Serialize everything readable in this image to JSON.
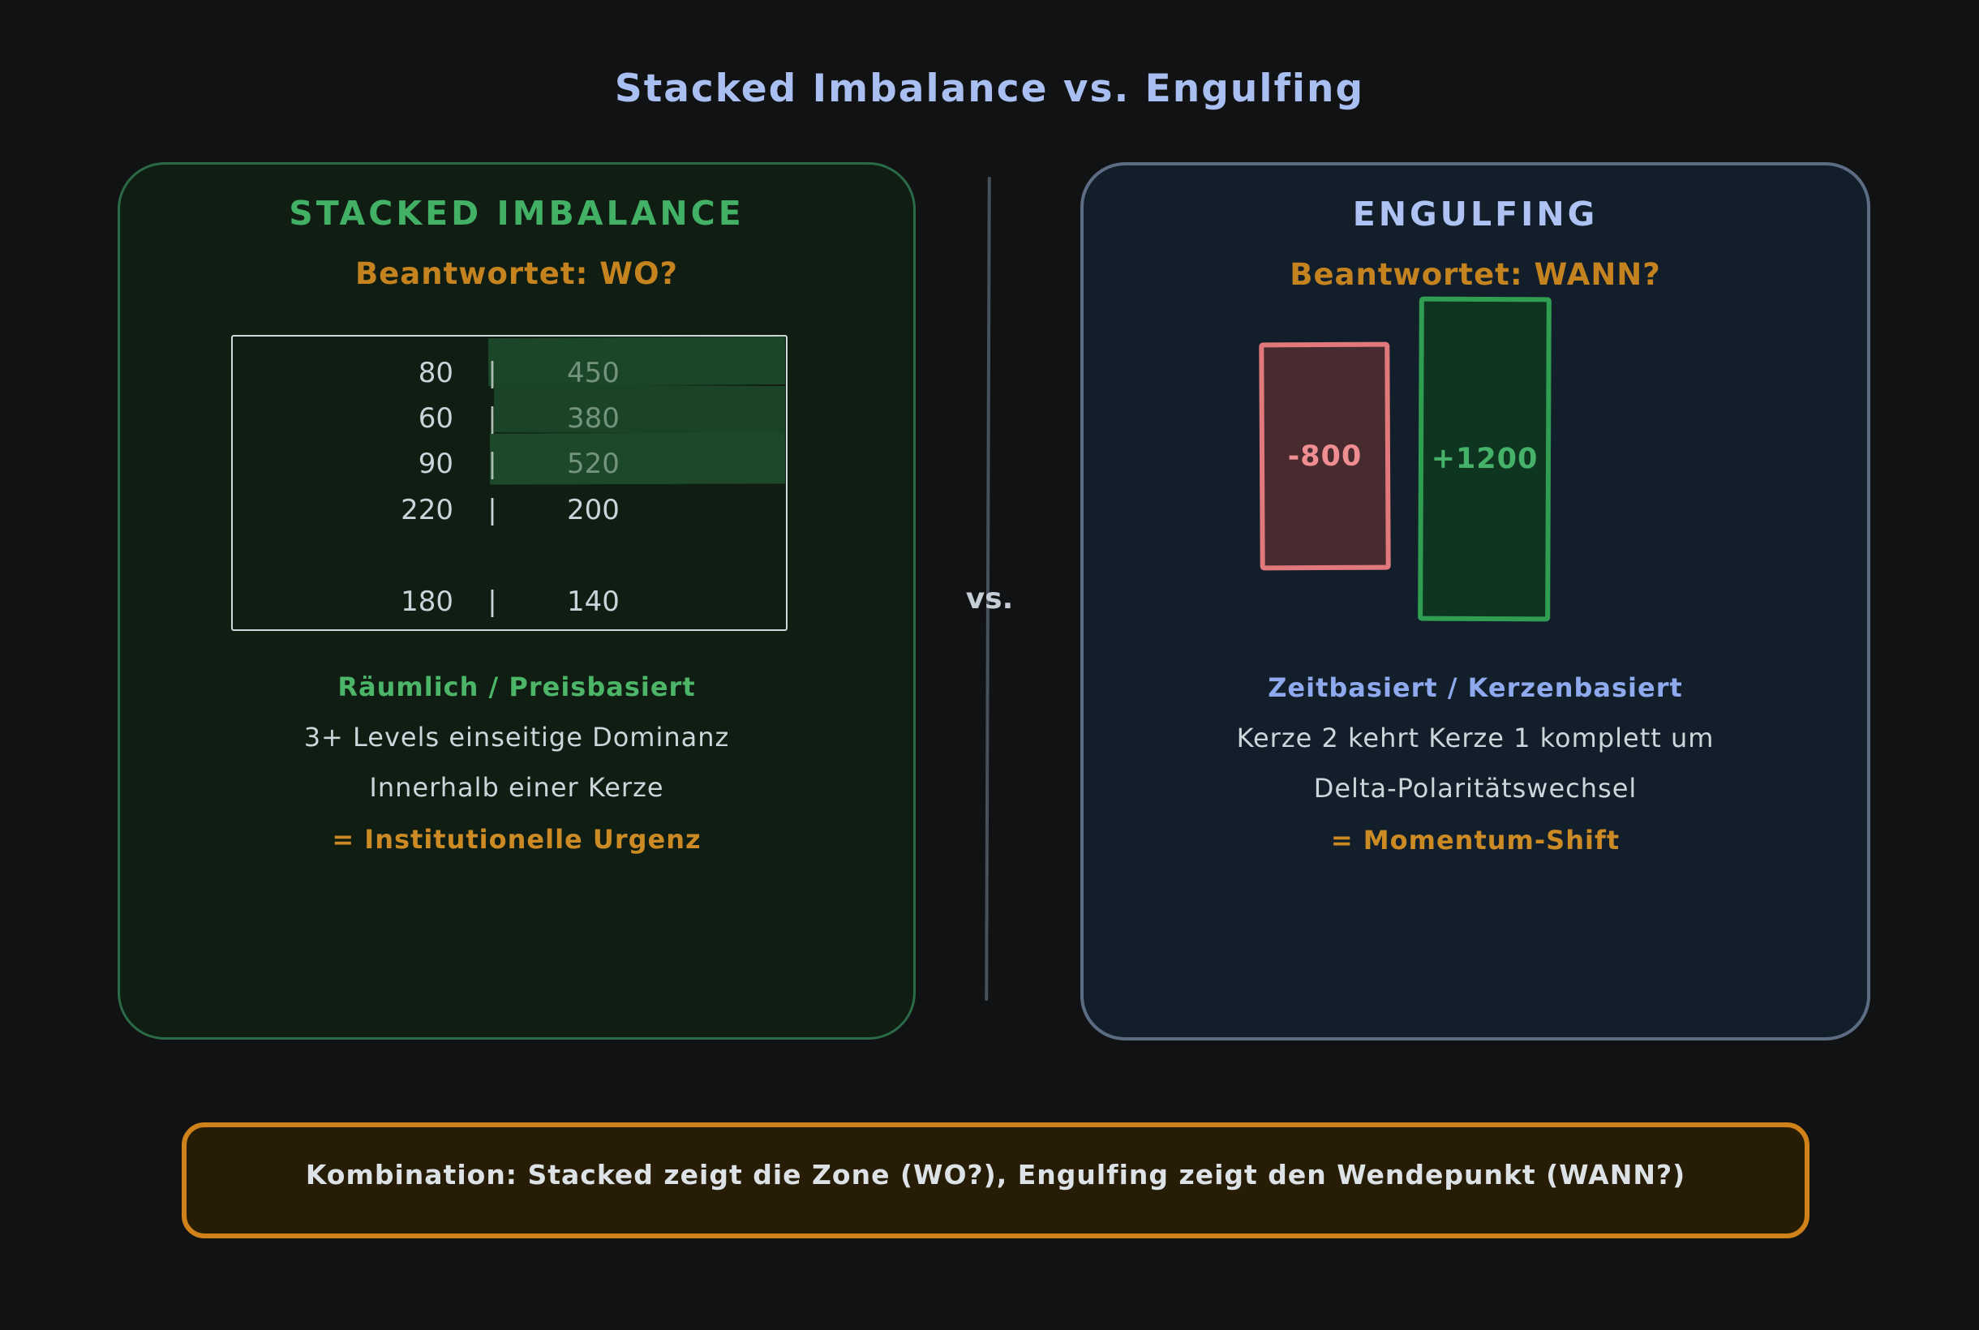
{
  "title": "Stacked Imbalance vs. Engulfing",
  "vs_label": "vs.",
  "left_panel": {
    "heading": "STACKED IMBALANCE",
    "subheading": "Beantwortet: WO?",
    "footprint_table": {
      "rows": [
        {
          "bid": "80",
          "sep": "|",
          "ask": "450",
          "highlighted": true
        },
        {
          "bid": "60",
          "sep": "|",
          "ask": "380",
          "highlighted": true
        },
        {
          "bid": "90",
          "sep": "|",
          "ask": "520",
          "highlighted": true
        },
        {
          "bid": "220",
          "sep": "|",
          "ask": "200",
          "highlighted": false
        },
        {
          "bid": "180",
          "sep": "|",
          "ask": "140",
          "highlighted": false
        }
      ]
    },
    "points": [
      {
        "text": "Räumlich / Preisbasiert"
      },
      {
        "text": "3+ Levels einseitige Dominanz"
      },
      {
        "text": "Innerhalb einer Kerze"
      },
      {
        "text": "= Institutionelle Urgenz"
      }
    ]
  },
  "right_panel": {
    "heading": "ENGULFING",
    "subheading": "Beantwortet: WANN?",
    "candles": [
      {
        "label": "-800",
        "type": "bearish"
      },
      {
        "label": "+1200",
        "type": "bullish"
      }
    ],
    "points": [
      {
        "text": "Zeitbasiert / Kerzenbasiert"
      },
      {
        "text": "Kerze 2 kehrt Kerze 1 komplett um"
      },
      {
        "text": "Delta-Polaritätswechsel"
      },
      {
        "text": "= Momentum-Shift"
      }
    ]
  },
  "footer": {
    "text": "Kombination: Stacked zeigt die Zone (WO?), Engulfing zeigt den Wendepunkt (WANN?)"
  },
  "colors": {
    "background": "#111214",
    "title_blue": "#a9bef1",
    "green_accent": "#42b065",
    "blue_accent": "#8fa9ee",
    "orange_accent": "#c5831f",
    "light_text": "#ccd5da",
    "left_panel_bg": "#0f1d13",
    "left_panel_border": "#2b6a46",
    "right_panel_bg": "#121f2b",
    "right_panel_border": "#5c6c83",
    "highlight_green": "#1c4628",
    "bearish_border": "#e0787c",
    "bearish_fill": "#482b2f",
    "bullish_border": "#2f9e51",
    "bullish_fill": "#0e3520",
    "banner_border": "#d0821a",
    "banner_bg": "#271c05"
  }
}
